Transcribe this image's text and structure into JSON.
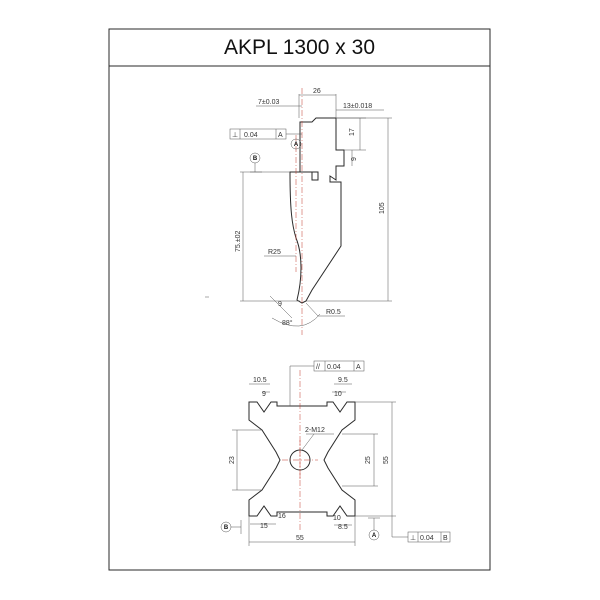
{
  "drawing": {
    "title": "AKPL 1300 x 30",
    "colors": {
      "outline": "#2a2a2a",
      "dimension": "#555555",
      "centerline": "#c0392b"
    }
  },
  "profile_view": {
    "dims": {
      "width_26": "26",
      "tol_7": "7±0.03",
      "tol_13": "13±0.018",
      "h_17": "17",
      "h_9": "9",
      "h_105": "105",
      "h_75": "75.±02",
      "radius_25": "R25",
      "radius_05": "R0.5",
      "tip_9": "9",
      "angle_88": "88°"
    },
    "flatness": {
      "symbol": "⊥",
      "value": "0.04",
      "datum": "A"
    },
    "datum_a": "A",
    "datum_b": "B"
  },
  "section_view": {
    "dims": {
      "top_105": "10.5",
      "top_9": "9",
      "top_95": "9.5",
      "top_10": "10",
      "thread": "2-M12",
      "h_23": "23",
      "h_25": "25",
      "h_55": "55",
      "bot_16": "16",
      "bot_15": "15",
      "bot_10": "10",
      "bot_85": "8.5",
      "w_55": "55"
    },
    "parallel": {
      "symbol": "//",
      "value": "0.04",
      "datum": "A"
    },
    "perp": {
      "symbol": "⊥",
      "value": "0.04",
      "datum": "B"
    },
    "datum_a": "A",
    "datum_b": "B"
  }
}
